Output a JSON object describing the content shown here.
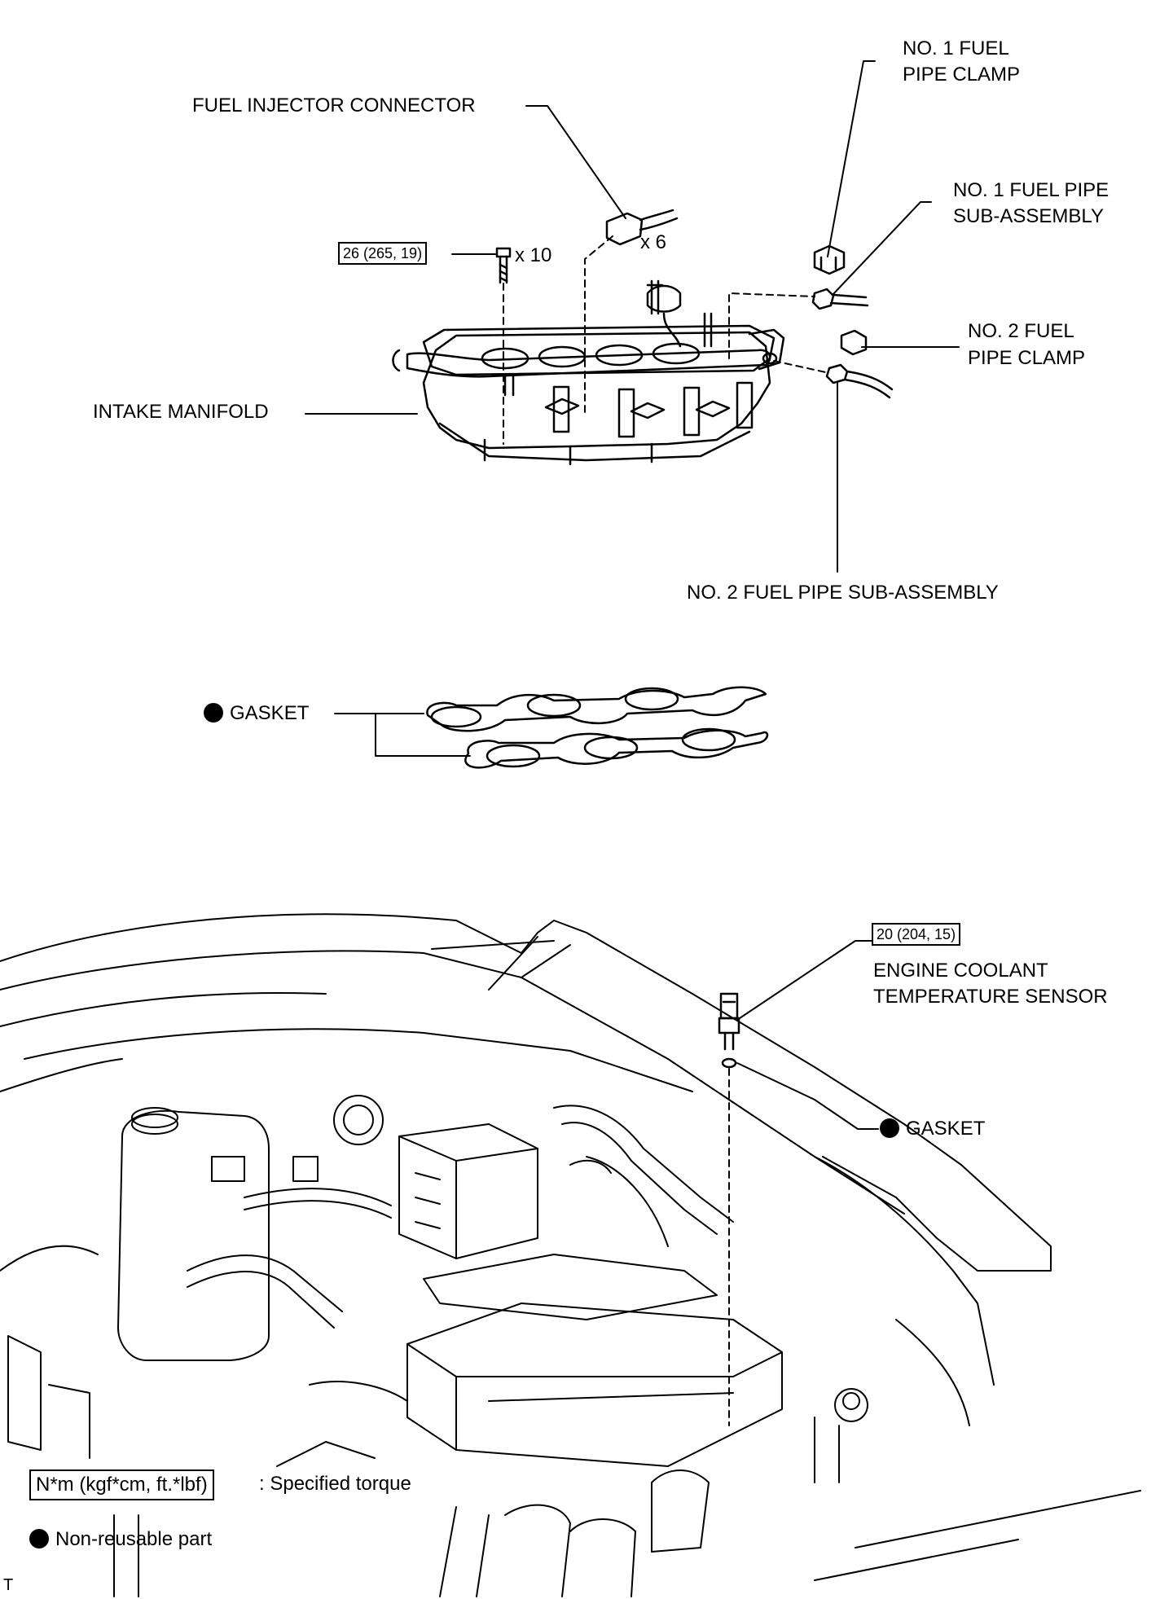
{
  "labels": {
    "fuel_injector_connector": "FUEL INJECTOR CONNECTOR",
    "no1_fuel_pipe_clamp_l1": "NO. 1 FUEL",
    "no1_fuel_pipe_clamp_l2": "PIPE CLAMP",
    "no1_fuel_pipe_sub_l1": "NO. 1 FUEL PIPE",
    "no1_fuel_pipe_sub_l2": "SUB-ASSEMBLY",
    "no2_fuel_pipe_clamp_l1": "NO. 2 FUEL",
    "no2_fuel_pipe_clamp_l2": "PIPE CLAMP",
    "intake_manifold": "INTAKE MANIFOLD",
    "no2_fuel_pipe_sub": "NO. 2 FUEL PIPE SUB-ASSEMBLY",
    "gasket_upper": "GASKET",
    "ect_sensor_l1": "ENGINE COOLANT",
    "ect_sensor_l2": "TEMPERATURE SENSOR",
    "gasket_lower": "GASKET",
    "qty_bolts": "x 10",
    "qty_connectors": "x 6",
    "corner_mark": "T"
  },
  "torque": {
    "bolt": "26 (265, 19)",
    "sensor": "20 (204, 15)"
  },
  "legend": {
    "torque_unit": "N*m (kgf*cm, ft.*lbf)",
    "torque_text": ": Specified torque",
    "nonreusable_text": "Non-reusable part"
  }
}
